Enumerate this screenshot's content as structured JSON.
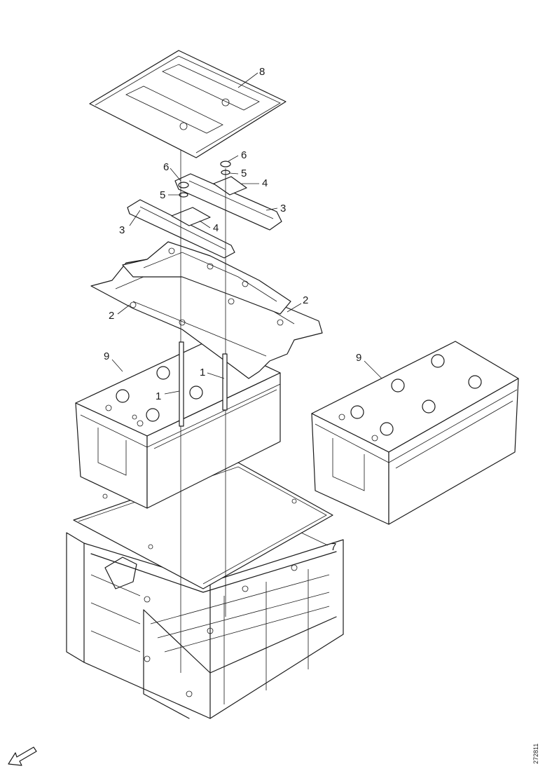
{
  "diagram": {
    "callouts": {
      "c1a": "1",
      "c1b": "1",
      "c2a": "2",
      "c2b": "2",
      "c3a": "3",
      "c3b": "3",
      "c4a": "4",
      "c4b": "4",
      "c5a": "5",
      "c5b": "5",
      "c6a": "6",
      "c6b": "6",
      "c7": "7",
      "c8": "8",
      "c9a": "9",
      "c9b": "9"
    },
    "doc_id": "272811",
    "icons": {
      "arrow": "front-direction-arrow-icon"
    }
  }
}
